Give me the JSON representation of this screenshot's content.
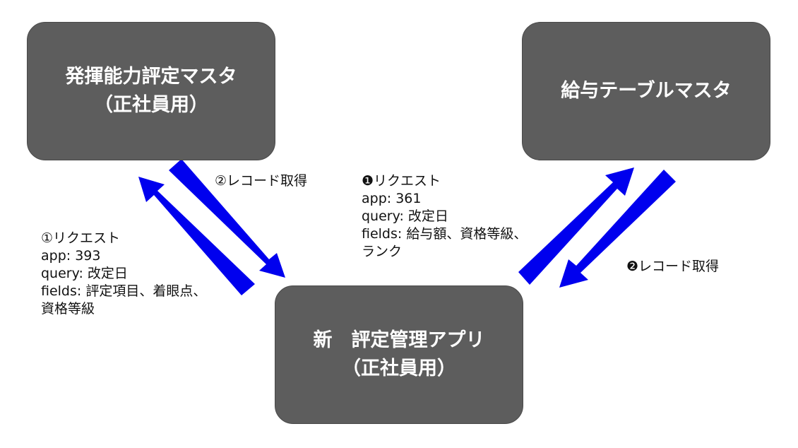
{
  "boxes": {
    "eval_master": {
      "line1": "発揮能力評定マスタ",
      "line2": "（正社員用）"
    },
    "salary_master": {
      "line1": "給与テーブルマスタ"
    },
    "new_app": {
      "line1": "新　評定管理アプリ",
      "line2": "（正社員用）"
    }
  },
  "labels": {
    "left_get": "②レコード取得",
    "left_request": {
      "title": "①リクエスト",
      "app": "app: 393",
      "query": "query: 改定日",
      "fields1": "fields: 評定項目、着眼点、",
      "fields2": "資格等級"
    },
    "right_request": {
      "title": "❶リクエスト",
      "app": "app: 361",
      "query": "query: 改定日",
      "fields1": "fields: 給与額、資格等級、",
      "fields2": "ランク"
    },
    "right_get": "❷レコード取得"
  },
  "colors": {
    "box_fill": "#5d5d5d",
    "arrow": "#0000ee",
    "text": "#111111"
  }
}
